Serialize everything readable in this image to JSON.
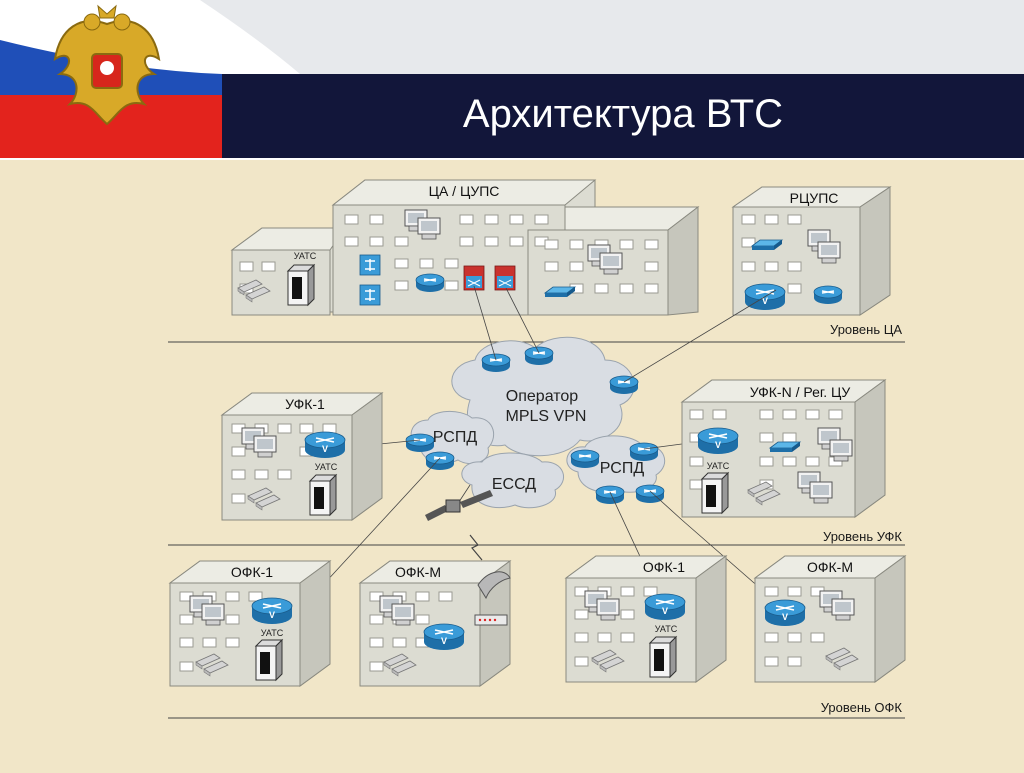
{
  "header": {
    "title": "Архитектура ВТС",
    "colors": {
      "flag_white": "#ffffff",
      "flag_blue": "#1f4fb8",
      "flag_red": "#e3231d",
      "title_bg": "#12163a",
      "page_bg": "#f1e6c8"
    },
    "emblem_icon": "russian-coat-of-arms-icon"
  },
  "levels": [
    {
      "label": "Уровень ЦА"
    },
    {
      "label": "Уровень УФК"
    },
    {
      "label": "Уровень ОФК"
    }
  ],
  "buildings": {
    "ca_cups": {
      "title": "ЦА / ЦУПС",
      "uats": "УАТС"
    },
    "rcups": {
      "title": "РЦУПС"
    },
    "ufk1": {
      "title": "УФК-1",
      "uats": "УАТС"
    },
    "ufkn": {
      "title": "УФК-N / Рег. ЦУ",
      "uats": "УАТС"
    },
    "ofk1_left": {
      "title": "ОФК-1",
      "uats": "УАТС"
    },
    "ofkm_left": {
      "title": "ОФК-М"
    },
    "ofk1_right": {
      "title": "ОФК-1",
      "uats": "УАТС"
    },
    "ofkm_right": {
      "title": "ОФК-М"
    }
  },
  "clouds": {
    "operator": {
      "line1": "Оператор",
      "line2": "MPLS VPN"
    },
    "rspd_left": "РСПД",
    "rspd_right": "РСПД",
    "essd": "ЕССД"
  }
}
